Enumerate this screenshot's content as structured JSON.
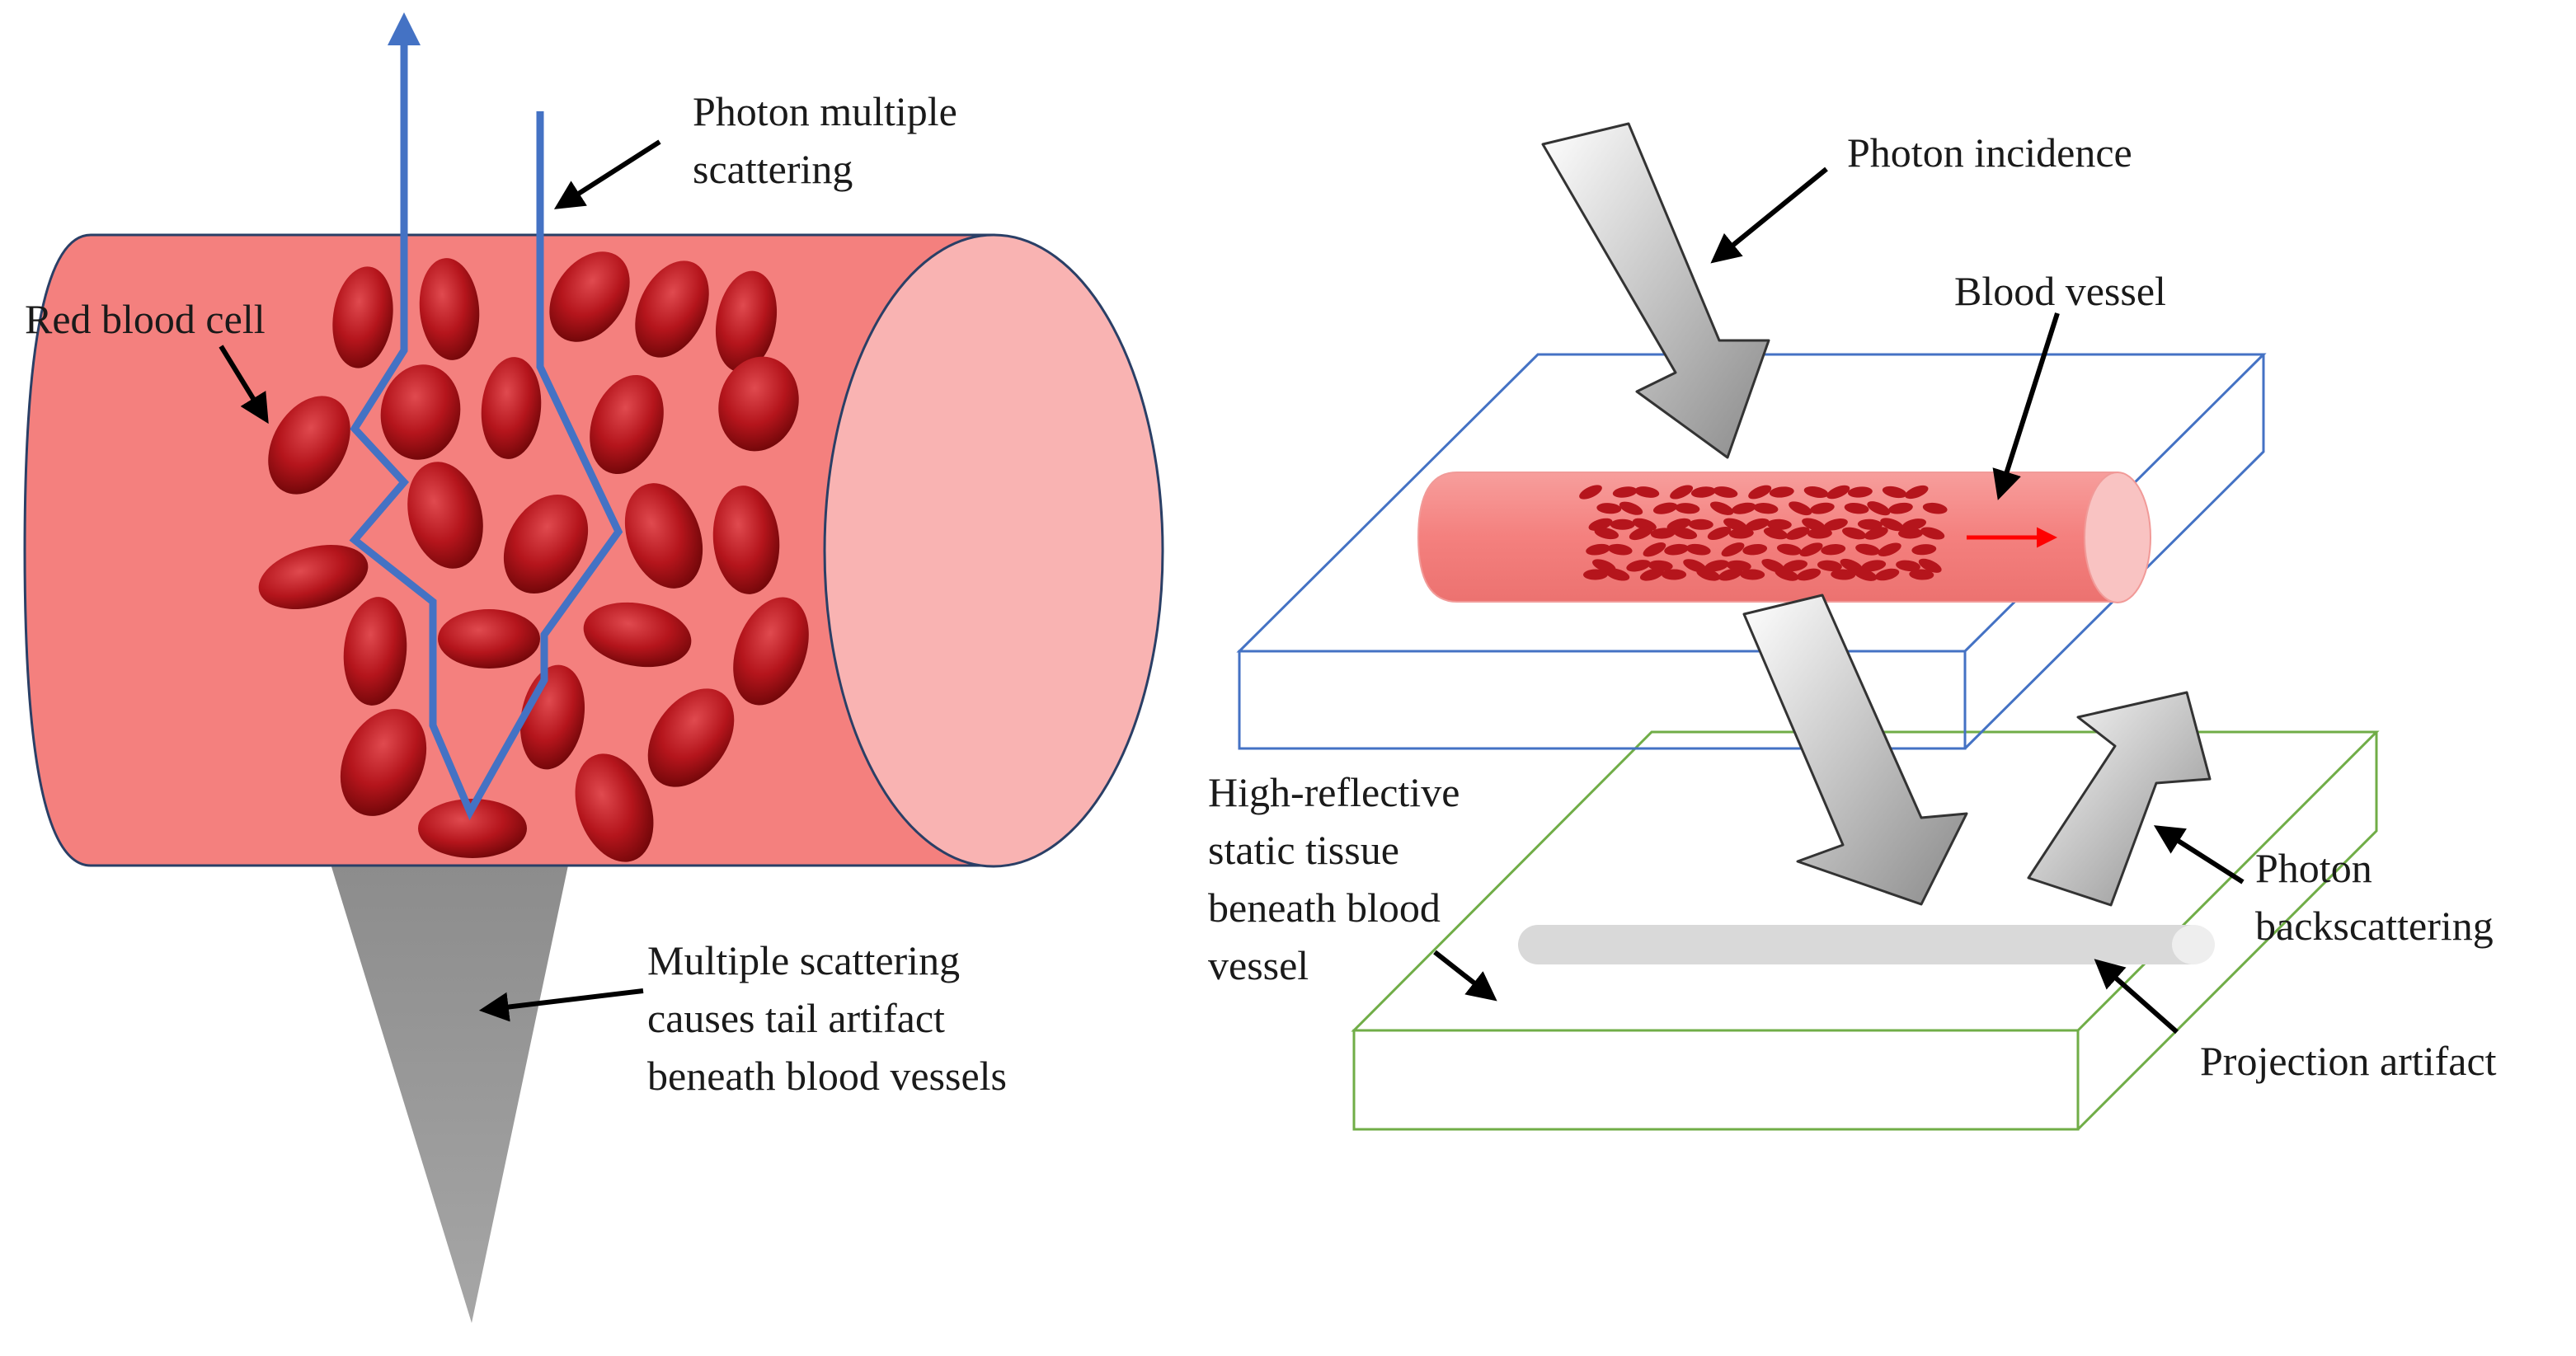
{
  "left_panel": {
    "labels": {
      "photon_multiple_scattering": [
        "Photon multiple",
        "scattering"
      ],
      "red_blood_cell": [
        "Red blood cell"
      ],
      "tail_artifact": [
        "Multiple scattering",
        "causes tail artifact",
        "beneath blood vessels"
      ]
    },
    "colors": {
      "vessel_body": "#f4807e",
      "vessel_end": "#f9b3b2",
      "rbc": "#b5151c",
      "photon_path": "#4472c4",
      "tail": "#8c8c8c"
    }
  },
  "right_panel": {
    "labels": {
      "photon_incidence": [
        "Photon incidence"
      ],
      "blood_vessel": [
        "Blood vessel"
      ],
      "high_reflective_tissue": [
        "High-reflective",
        "static tissue",
        "beneath blood",
        "vessel"
      ],
      "photon_backscattering": [
        "Photon",
        "backscattering"
      ],
      "projection_artifact": [
        "Projection artifact"
      ]
    },
    "colors": {
      "upper_slab": "#4472c4",
      "lower_slab": "#70ad47",
      "vessel": "#f4807e",
      "flow_arrow": "#ff0000",
      "artifact_bar": "#d9d9d9",
      "big_arrow": "#b0b0b0"
    }
  },
  "icons": [
    "photon-arrow-icon",
    "red-blood-cell-icon",
    "flow-direction-arrow-icon"
  ]
}
